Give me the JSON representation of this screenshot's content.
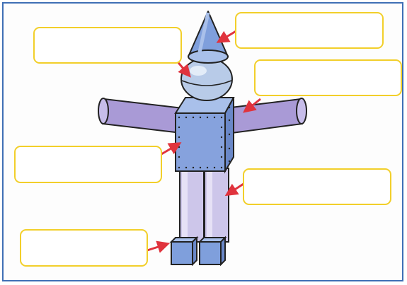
{
  "diagram": {
    "subject": "robot-built-from-3d-shapes",
    "label_boxes": [
      {
        "id": "top-left",
        "points_to": "sphere",
        "text": ""
      },
      {
        "id": "top-right",
        "points_to": "cone",
        "text": ""
      },
      {
        "id": "right-upper",
        "points_to": "cylinder-arm",
        "text": ""
      },
      {
        "id": "left-middle",
        "points_to": "cuboid-body",
        "text": ""
      },
      {
        "id": "right-lower",
        "points_to": "cylinder-leg",
        "text": ""
      },
      {
        "id": "bottom-left",
        "points_to": "cube-foot",
        "text": ""
      }
    ]
  },
  "colors": {
    "frame_border": "#3f6fb5",
    "box_border": "#f2cf2a",
    "arrow": "#e0333d",
    "head": "#b8cbe8",
    "arms": "#a99ad6",
    "body": "#86a2dd",
    "legs": "#cdc6ea",
    "feet": "#7f9fdc"
  }
}
